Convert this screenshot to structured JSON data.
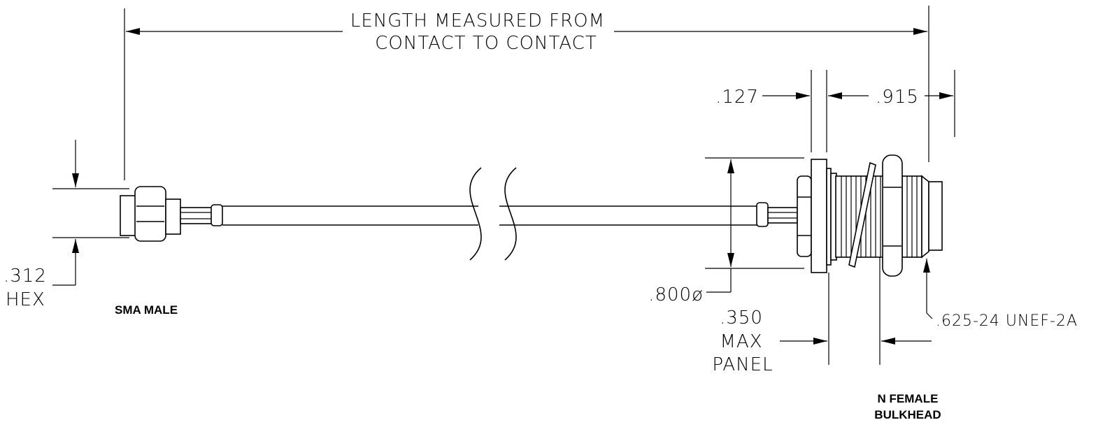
{
  "length_dim": {
    "line1": "LENGTH MEASURED FROM",
    "line2": "CONTACT TO CONTACT"
  },
  "dims": {
    "flange": ".127",
    "thread_length": ".915",
    "hex": ".312",
    "hex_label": "HEX",
    "diameter": ".800ø",
    "panel_value": ".350",
    "panel_line2": "MAX",
    "panel_line3": "PANEL",
    "thread_spec": ".625-24 UNEF-2A"
  },
  "labels": {
    "left_connector": "SMA MALE",
    "right_connector_line1": "N FEMALE",
    "right_connector_line2": "BULKHEAD"
  }
}
